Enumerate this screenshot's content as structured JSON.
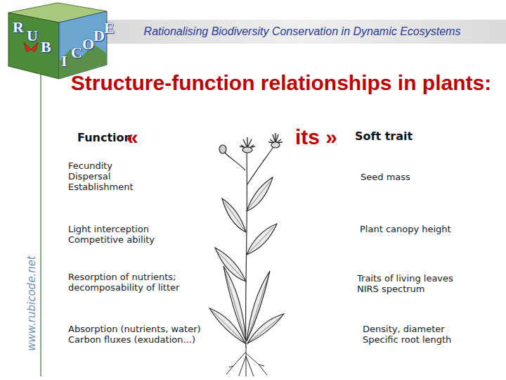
{
  "diagram": {
    "title": "Structure-function relationships in plants:",
    "labels": [
      "Rationalising Biodiversity Conservation in Dynamic Ecosystems",
      "R",
      "U",
      "B",
      "I",
      "C",
      "O",
      "D",
      "E",
      "Function",
      "«",
      "its »",
      "Soft trait",
      "Fecundity Dispersal Establishment",
      "Seed mass",
      "Light interception Competitive ability",
      "Plant canopy height",
      "Resorption of nutrients; decomposability of litter",
      "Traits of living leaves NIRS spectrum",
      "Absorption (nutrients, water) Carbon fluxes (exudation...)",
      "Density, diameter Specific root length",
      "www.rubicode.net"
    ]
  }
}
